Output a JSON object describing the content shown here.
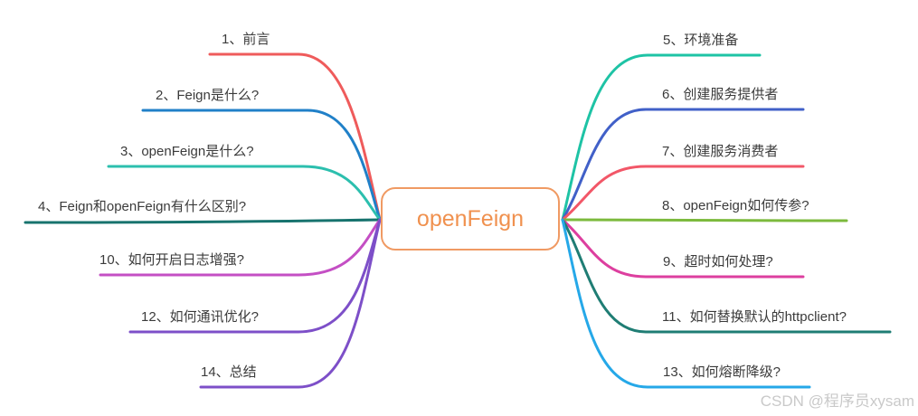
{
  "center": {
    "label": "openFeign",
    "border_color": "#f09a63",
    "text_color": "#f0914f"
  },
  "branches": {
    "left": [
      {
        "label": "1、前言",
        "color": "#ef5b5b"
      },
      {
        "label": "2、Feign是什么?",
        "color": "#2080c8"
      },
      {
        "label": "3、openFeign是什么?",
        "color": "#2cbfae"
      },
      {
        "label": "4、Feign和openFeign有什么区别?",
        "color": "#17736e"
      },
      {
        "label": "10、如何开启日志增强?",
        "color": "#c44fc4"
      },
      {
        "label": "12、如何通讯优化?",
        "color": "#7d4fc8"
      },
      {
        "label": "14、总结",
        "color": "#7d4fc8"
      }
    ],
    "right": [
      {
        "label": "5、环境准备",
        "color": "#1ec3a5"
      },
      {
        "label": "6、创建服务提供者",
        "color": "#4160c8"
      },
      {
        "label": "7、创建服务消费者",
        "color": "#f25768"
      },
      {
        "label": "8、openFeign如何传参?",
        "color": "#7cba3d"
      },
      {
        "label": "9、超时如何处理?",
        "color": "#dd3f9f"
      },
      {
        "label": "11、如何替换默认的httpclient?",
        "color": "#1f7d74"
      },
      {
        "label": "13、如何熔断降级?",
        "color": "#25a8e8"
      }
    ]
  },
  "watermark": {
    "text": "CSDN @程序员xysam",
    "color": "#c9c9c9"
  }
}
